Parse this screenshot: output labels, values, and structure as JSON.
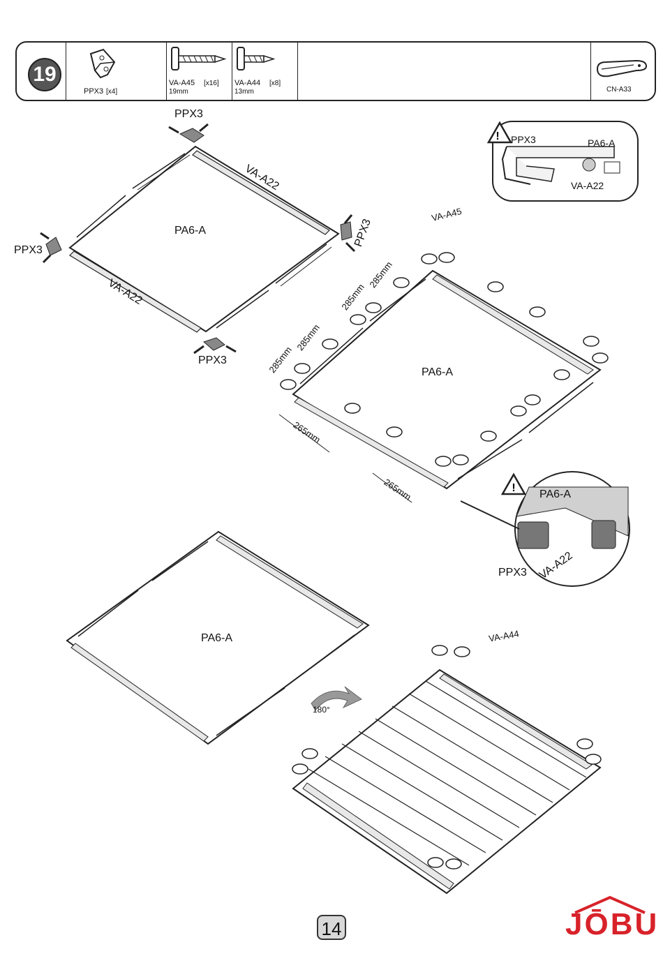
{
  "step": {
    "number": "19"
  },
  "parts": [
    {
      "name": "PPX3",
      "qty": "[x4]",
      "size": ""
    },
    {
      "name": "VA-A45",
      "qty": "[x16]",
      "size": "19mm"
    },
    {
      "name": "VA-A44",
      "qty": "[x8]",
      "size": "13mm"
    }
  ],
  "tool": {
    "name": "CN-A33"
  },
  "diagram1": {
    "panel": "PA6-A",
    "rail_top": "VA-A22",
    "rail_bottom": "VA-A22",
    "corner_top": "PPX3",
    "corner_left": "PPX3",
    "corner_right": "PPX3",
    "corner_bottom": "PPX3"
  },
  "detail_top": {
    "part1": "PPX3",
    "part2": "PA6-A",
    "part3": "VA-A22"
  },
  "diagram2": {
    "screw": "VA-A45",
    "panel": "PA6-A",
    "dim1": "285mm",
    "dim2": "285mm",
    "dim3": "285mm",
    "dim4": "285mm",
    "dim5": "265mm",
    "dim6": "265mm"
  },
  "detail_bottom": {
    "part1": "PA6-A",
    "part2": "PPX3",
    "part3": "VA-A22"
  },
  "diagram3": {
    "panel": "PA6-A",
    "rotation": "180°",
    "screw": "VA-A44"
  },
  "footer": {
    "page": "14",
    "logo": "JŌBU"
  },
  "colors": {
    "logo": "#d8222a",
    "step_badge": "#555555"
  }
}
